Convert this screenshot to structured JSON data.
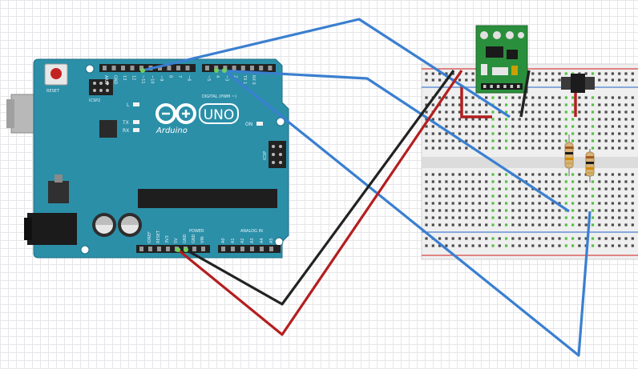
{
  "board": {
    "logo_text": "Arduino",
    "model": "UNO",
    "reset_label": "RESET",
    "icsp2_label": "ICSP2",
    "icsp_label": "ICSP",
    "digital_label": "DIGITAL (PWM ~)",
    "power_label": "POWER",
    "analog_label": "ANALOG IN",
    "l_label": "L",
    "tx_label": "TX",
    "rx_label": "RX",
    "on_label": "ON",
    "top_pin_labels": [
      "AREF",
      "GND",
      "13",
      "12",
      "~11",
      "~10",
      "~9",
      "8",
      "7",
      "~6",
      "~5",
      "4",
      "~3",
      "2",
      "TX 1",
      "RX 0"
    ],
    "power_pin_labels": [
      "IOREF",
      "RESET",
      "3V3",
      "5V",
      "GND",
      "GND",
      "VIN"
    ],
    "analog_pin_labels": [
      "A0",
      "A1",
      "A2",
      "A3",
      "A4",
      "A5"
    ]
  },
  "colors": {
    "board": "#2b8fa8",
    "board_edge": "#1f6f86",
    "wire_blue": "#3a7fd0",
    "wire_red": "#b41e1e",
    "wire_black": "#222222",
    "module": "#2a8f3c",
    "breadboard": "#efefef",
    "rail_red": "#d84444",
    "rail_blue": "#4a7fd0",
    "hole": "#4a4a4a",
    "hole_active": "#55c042"
  }
}
